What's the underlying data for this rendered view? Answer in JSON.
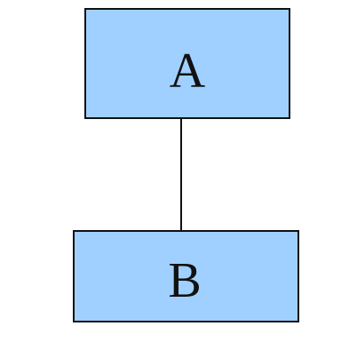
{
  "diagram": {
    "nodes": [
      {
        "id": "A",
        "label": "A"
      },
      {
        "id": "B",
        "label": "B"
      }
    ],
    "edges": [
      {
        "from": "A",
        "to": "B"
      }
    ],
    "colors": {
      "node_fill": "#9fd0ff",
      "node_stroke": "#111111",
      "edge_stroke": "#111111"
    }
  }
}
